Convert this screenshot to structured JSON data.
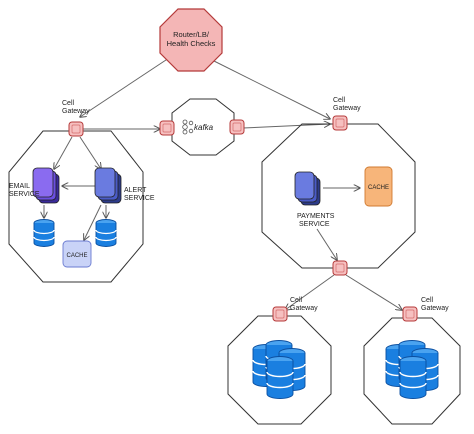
{
  "router": {
    "line1": "Router/LB/",
    "line2": "Health Checks"
  },
  "kafka": {
    "label": "kafka"
  },
  "gateways": {
    "left": {
      "line1": "Cell",
      "line2": "Gateway"
    },
    "right": {
      "line1": "Cell",
      "line2": "Gateway"
    },
    "bottom_left": {
      "line1": "Cell",
      "line2": "Gateway"
    },
    "bottom_right": {
      "line1": "Cell",
      "line2": "Gateway"
    }
  },
  "services": {
    "email": {
      "line1": "EMAIL",
      "line2": "SERVICE"
    },
    "alert": {
      "line1": "ALERT",
      "line2": "SERVICE"
    },
    "payments": {
      "line1": "PAYMENTS",
      "line2": "SERVICE"
    }
  },
  "caches": {
    "left": {
      "label": "CACHE"
    },
    "right": {
      "label": "CACHE"
    }
  },
  "colors": {
    "router_fill": "#f4b6b6",
    "router_stroke": "#b53a3a",
    "gateway_fill": "#f6c0c0",
    "service_fill": "#5b6fd6",
    "email_fill": "#7b4fe0",
    "db_fill": "#1a7fe0",
    "cache_left": "#c9d3f7",
    "cache_right": "#f7b57a"
  }
}
